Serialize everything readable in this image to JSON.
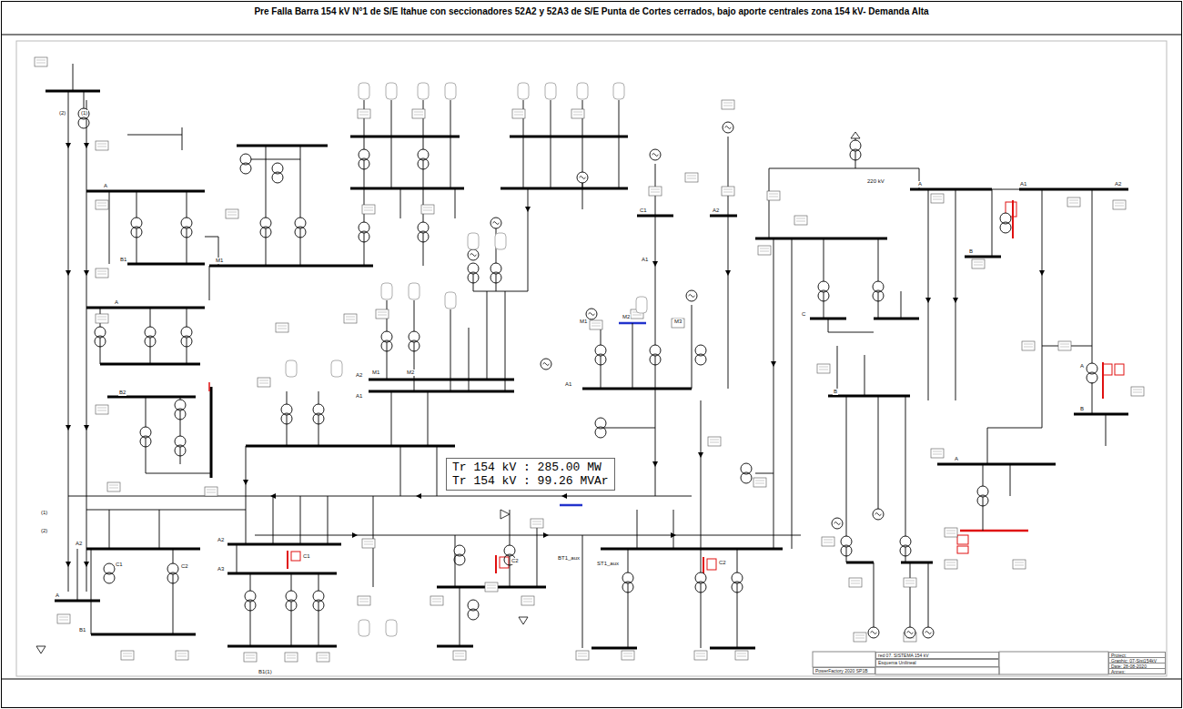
{
  "diagram": {
    "title": "Pre Falla Barra 154 kV N°1 de S/E Itahue con seccionadores 52A2 y 52A3 de S/E Punta de Cortes cerrados, bajo aporte centrales zona 154 kV- Demanda Alta",
    "nodes": [
      {
        "text": [
          "Tr 154 kV : 285.00 MW",
          "Tr 154 kV : 99.26 MVAr"
        ]
      },
      {
        "text": [
          "PowerFactory 2020 SP1B"
        ]
      },
      {
        "text": [
          "red 07. SISTEMA 154 kV"
        ]
      },
      {
        "text": [
          "Esquema Unilineal"
        ]
      },
      {
        "text": [
          "Project:"
        ]
      },
      {
        "text": [
          "Graphic: 07-Sist154kV"
        ]
      },
      {
        "text": [
          "Date: 28-08-2020"
        ]
      },
      {
        "text": [
          "Annex:"
        ]
      }
    ],
    "labels": [
      "(2)",
      "(1)",
      "A",
      "B1",
      "A",
      "B2",
      "M1",
      "A2",
      "A",
      "C1",
      "C2",
      "B1",
      "A2",
      "A3",
      "C1",
      "M1",
      "M2",
      "A2",
      "A1",
      "A1",
      "M1",
      "M2",
      "M3",
      "C1",
      "A1",
      "A2",
      "ST1_aux",
      "BT1_aux",
      "C2",
      "C2",
      "220 kV",
      "A",
      "B",
      "A1",
      "A2",
      "A",
      "B",
      "A",
      "B",
      "C",
      "B1(1)",
      "(1)",
      "(2)"
    ]
  }
}
